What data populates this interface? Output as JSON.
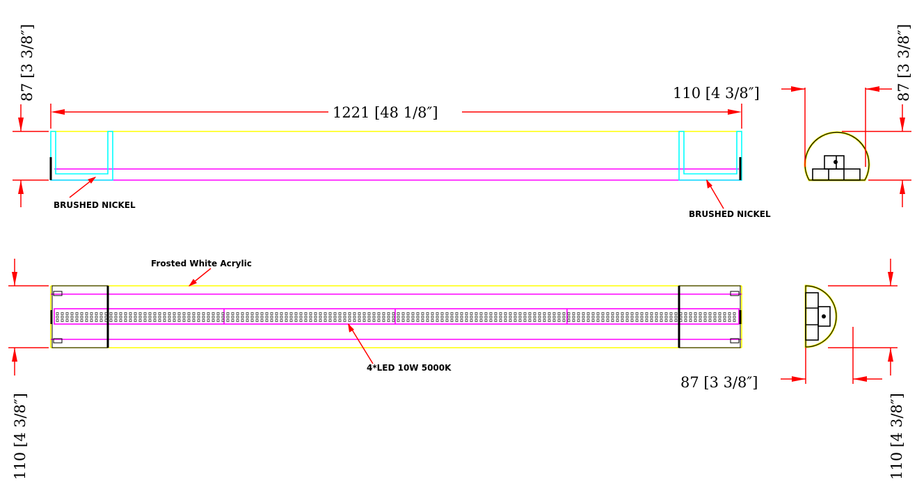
{
  "drawing": {
    "top_view": {
      "length_dim": "1221 [48 1/8″]",
      "height_dim_left": "87 [3 3/8″]",
      "note_left": "BRUSHED NICKEL",
      "note_right": "BRUSHED NICKEL"
    },
    "top_end_view": {
      "width_dim": "110 [4 3/8″]",
      "height_dim": "87 [3 3/8″]"
    },
    "bottom_view": {
      "height_dim_left": "110 [4 3/8″]",
      "note_lens": "Frosted White Acrylic",
      "note_led": "4*LED 10W 5000K"
    },
    "bottom_end_view": {
      "width_dim": "87 [3 3/8″]",
      "height_dim": "110 [4 3/8″]"
    }
  },
  "colors": {
    "dimension": "#ff0000",
    "housing": "#ffff00",
    "lens": "#ff00ff",
    "end_cap": "#00ffff",
    "outline": "#000000"
  }
}
